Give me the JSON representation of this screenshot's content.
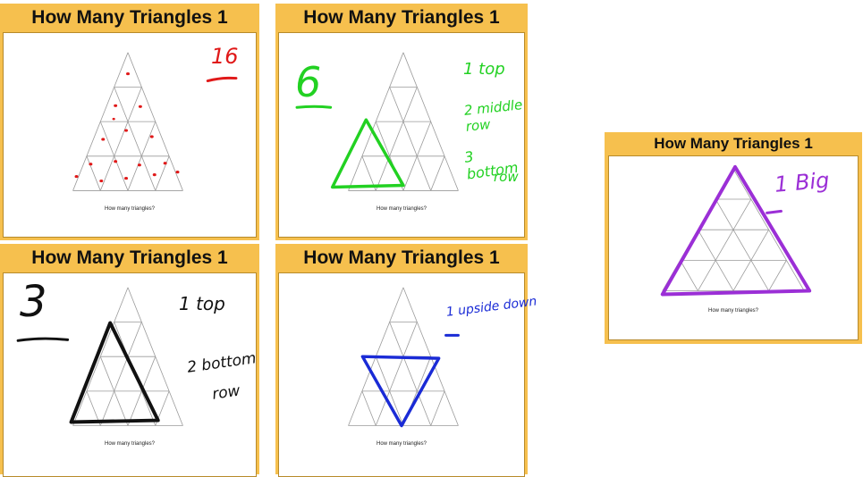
{
  "slides": [
    {
      "title": "How Many Triangles 1",
      "caption": "How many triangles?",
      "annotation": {
        "text": "16",
        "color": "#e01919"
      }
    },
    {
      "title": "How Many Triangles 1",
      "caption": "How many triangles?",
      "annotation": {
        "count": "6",
        "line1": "1 top",
        "line2": "2 middle row",
        "line3": "3 bottom",
        "line4": "row",
        "color": "#22d122"
      }
    },
    {
      "title": "How Many Triangles 1",
      "caption": "How many triangles?",
      "annotation": {
        "count": "3",
        "line1": "1 top",
        "line2": "2 bottom",
        "line3": "row",
        "color": "#111111"
      }
    },
    {
      "title": "How Many Triangles 1",
      "caption": "How many triangles?",
      "annotation": {
        "text": "1 upside down",
        "color": "#1a2bd6"
      }
    },
    {
      "title": "How Many Triangles 1",
      "caption": "How many triangles?",
      "annotation": {
        "text": "1 Big",
        "color": "#9b2fd6"
      }
    }
  ],
  "colors": {
    "slide_frame": "#f6c04e",
    "grid_line": "#9a9a9a"
  }
}
